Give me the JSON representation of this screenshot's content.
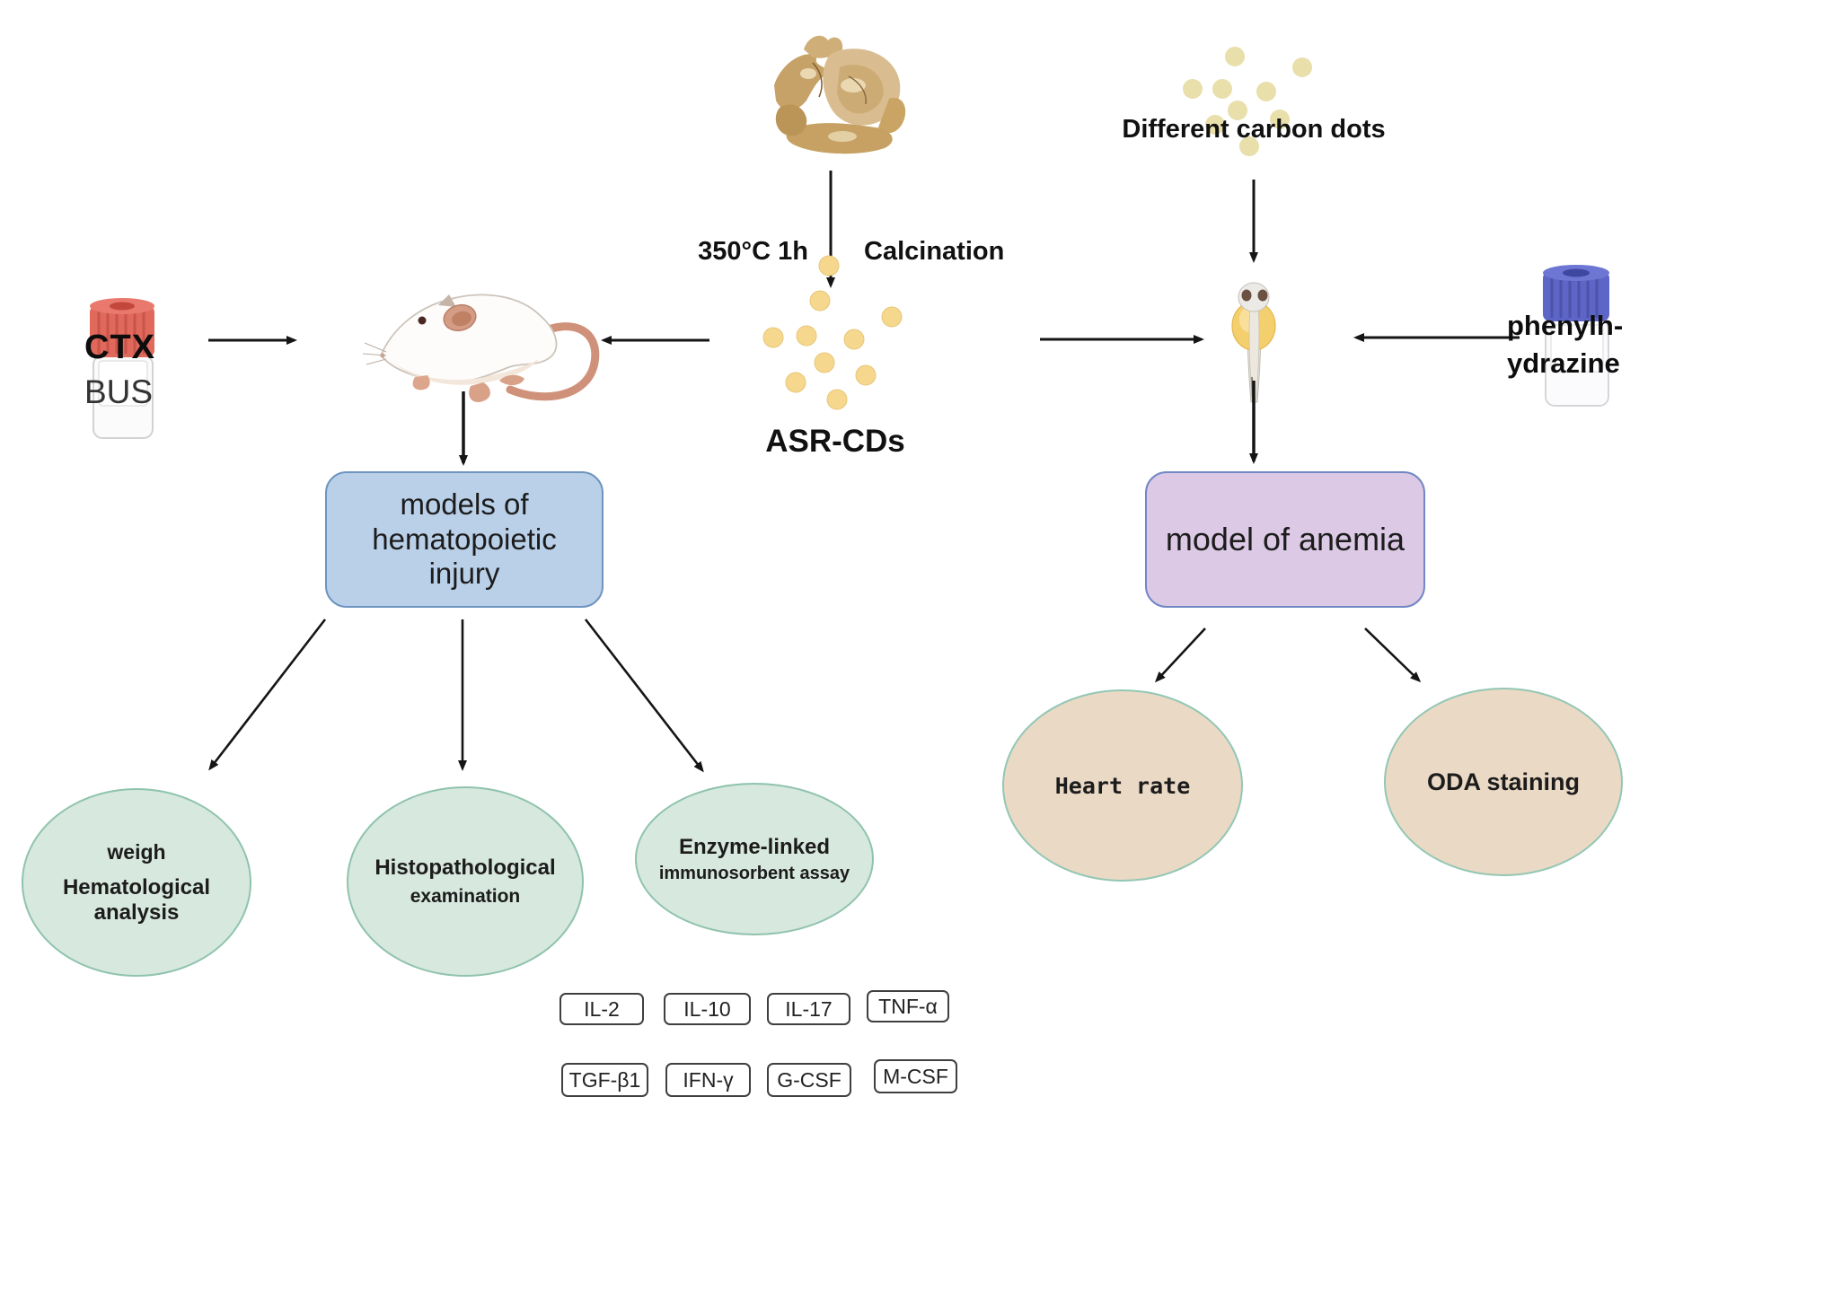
{
  "synthesis": {
    "temp_label": "350°C 1h",
    "process_label": "Calcination",
    "product_label": "ASR-CDs"
  },
  "left_flow": {
    "reagent_line1": "CTX",
    "reagent_line2": "BUS",
    "model_label": "models of\nhematopoietic\ninjury",
    "outcomes": [
      {
        "line1": "weigh",
        "line2": "Hematological analysis"
      },
      {
        "line1": "Histopathological",
        "line2": "examination"
      },
      {
        "line1": "Enzyme-linked",
        "line2": "immunosorbent assay"
      }
    ],
    "cytokines_row1": [
      "IL-2",
      "IL-10",
      "IL-17",
      "TNF-α"
    ],
    "cytokines_row2": [
      "TGF-β1",
      "IFN-γ",
      "G-CSF",
      "M-CSF"
    ]
  },
  "right_flow": {
    "carbon_dots_label": "Different carbon dots",
    "reagent_label": "phenylh-\nydrazine",
    "model_label": "model of anemia",
    "outcomes": [
      {
        "label": "Heart rate"
      },
      {
        "label": "ODA staining"
      }
    ]
  },
  "colors": {
    "injury_box_fill": "#b9d0e8",
    "anemia_box_fill": "#dbc9e5",
    "outcome_green_fill": "#d7e8de",
    "outcome_tan_fill": "#ead9c5",
    "asr_cd_dot": "#f5d78e",
    "carbon_dot_pale": "#e8dfab",
    "ctx_vial_cap": "#e0695c",
    "phenylhydrazine_vial_cap": "#5d66c6",
    "arrow": "#151515"
  }
}
